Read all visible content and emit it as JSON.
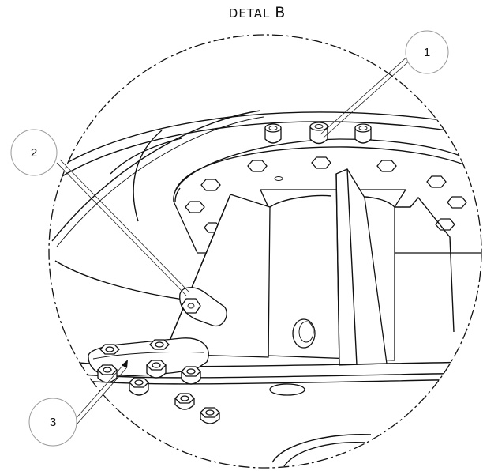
{
  "title": {
    "prefix": "DETAL ",
    "suffix": "B"
  },
  "callouts": [
    {
      "label": "1"
    },
    {
      "label": "2"
    },
    {
      "label": "3"
    }
  ]
}
